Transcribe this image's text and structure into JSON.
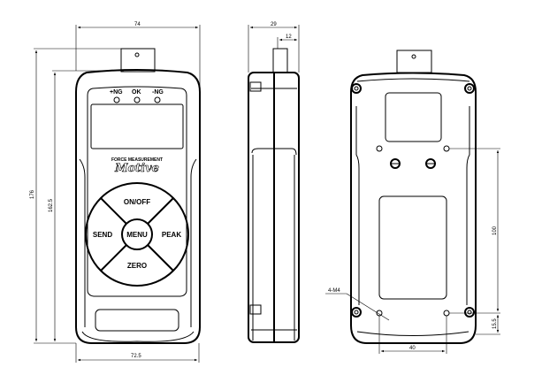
{
  "front_view": {
    "dims": {
      "width_top": "74",
      "height_total": "176",
      "height_body": "162.5",
      "width_bottom": "72.5"
    },
    "leds": [
      "+NG",
      "OK",
      "-NG"
    ],
    "brand_sub": "FORCE MEASUREMENT",
    "brand": "Motive",
    "buttons": {
      "top": "ON/OFF",
      "left": "SEND",
      "center": "MENU",
      "right": "PEAK",
      "bottom": "ZERO"
    }
  },
  "side_view": {
    "dims": {
      "depth": "29",
      "tab_offset": "12"
    }
  },
  "back_view": {
    "dims": {
      "hole_spacing_v": "100",
      "bottom_offset": "15.5",
      "hole_spacing_h": "40"
    },
    "screw_label": "4-M4"
  }
}
